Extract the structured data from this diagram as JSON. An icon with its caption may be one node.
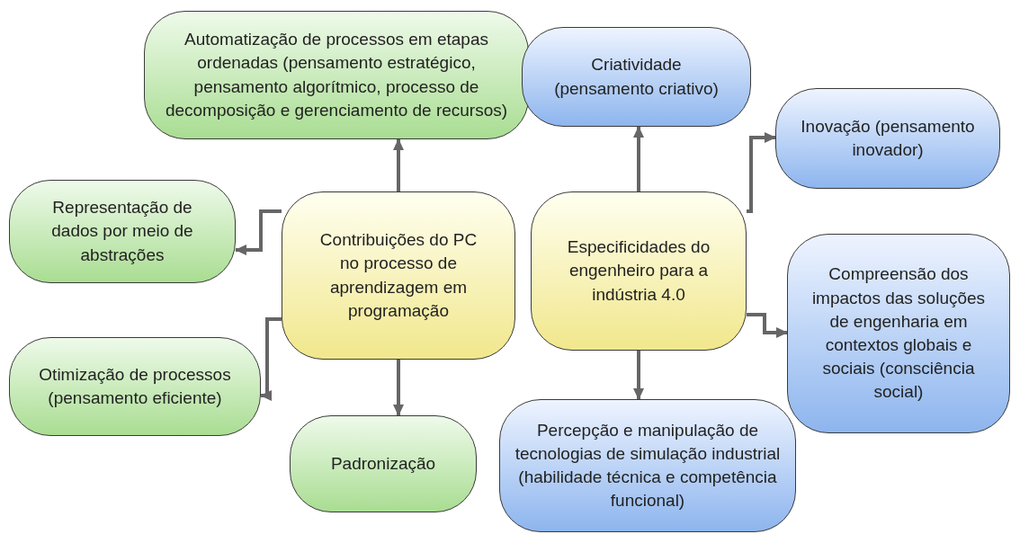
{
  "diagram": {
    "nodes": [
      {
        "text": [
          "Automatização de processos em etapas ordenadas (pensamento estratégico, pensamento algorítmico, processo de decomposição e gerenciamento de recursos)"
        ]
      },
      {
        "text": [
          "Criatividade (pensamento criativo)"
        ]
      },
      {
        "text": [
          "Inovação (pensamento inovador)"
        ]
      },
      {
        "text": [
          "Representação de dados por meio de abstrações"
        ]
      },
      {
        "text": [
          "Contribuições do PC no processo de aprendizagem em programação"
        ]
      },
      {
        "text": [
          "Especificidades do engenheiro para a indústria 4.0"
        ]
      },
      {
        "text": [
          "Compreensão dos impactos das soluções de engenharia em contextos globais e sociais (consciência social)"
        ]
      },
      {
        "text": [
          "Otimização de processos (pensamento eficiente)"
        ]
      },
      {
        "text": [
          "Padronização"
        ]
      },
      {
        "text": [
          "Percepção e manipulação de tecnologias de simulação industrial (habilidade técnica e competência funcional)"
        ]
      }
    ],
    "edges": [
      {
        "from": 4,
        "to": 0,
        "arrow": "to"
      },
      {
        "from": 4,
        "to": 3,
        "arrow": "to"
      },
      {
        "from": 4,
        "to": 7,
        "arrow": "to"
      },
      {
        "from": 4,
        "to": 8,
        "arrow": "to"
      },
      {
        "from": 5,
        "to": 1,
        "arrow": "to"
      },
      {
        "from": 5,
        "to": 2,
        "arrow": "to"
      },
      {
        "from": 5,
        "to": 6,
        "arrow": "to"
      },
      {
        "from": 5,
        "to": 9,
        "arrow": "to"
      }
    ]
  }
}
